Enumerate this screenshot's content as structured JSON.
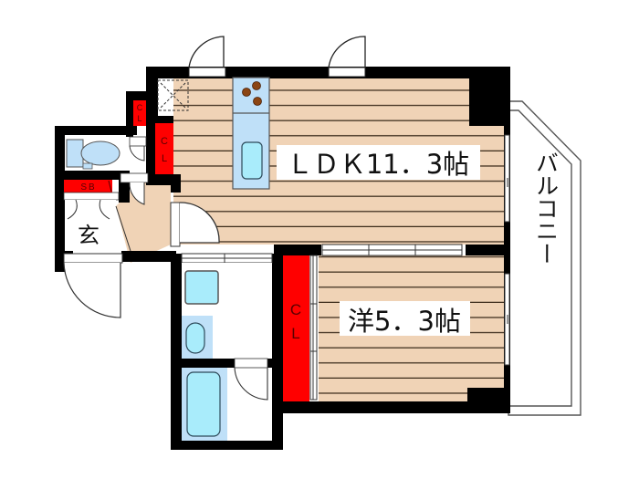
{
  "floorplan": {
    "rooms": {
      "ldk": {
        "label": "ＬＤＫ11．3帖",
        "type": "LDK",
        "size_jo": "11.3"
      },
      "western": {
        "label": "洋5．3帖",
        "type": "Western-style room",
        "size_jo": "5.3"
      },
      "balcony": {
        "label": "バルコニー"
      },
      "entrance": {
        "label": "玄"
      }
    },
    "storage": {
      "cl_top_small": {
        "label_1": "C",
        "label_2": "L"
      },
      "cl_kitchen": {
        "label_1": "C",
        "label_2": "L"
      },
      "cl_bedroom": {
        "label_1": "C",
        "label_2": "L"
      },
      "shoe_box": {
        "label": "SB"
      }
    },
    "colors": {
      "wall": "#000000",
      "floor": "#f0d3b6",
      "floor_line": "#3a2a1a",
      "closet": "#ff0000",
      "fixture_light": "#bfe0f8",
      "fixture_water": "#a9ecfb",
      "burner": "#8b4513",
      "window": "#ffffff"
    }
  }
}
